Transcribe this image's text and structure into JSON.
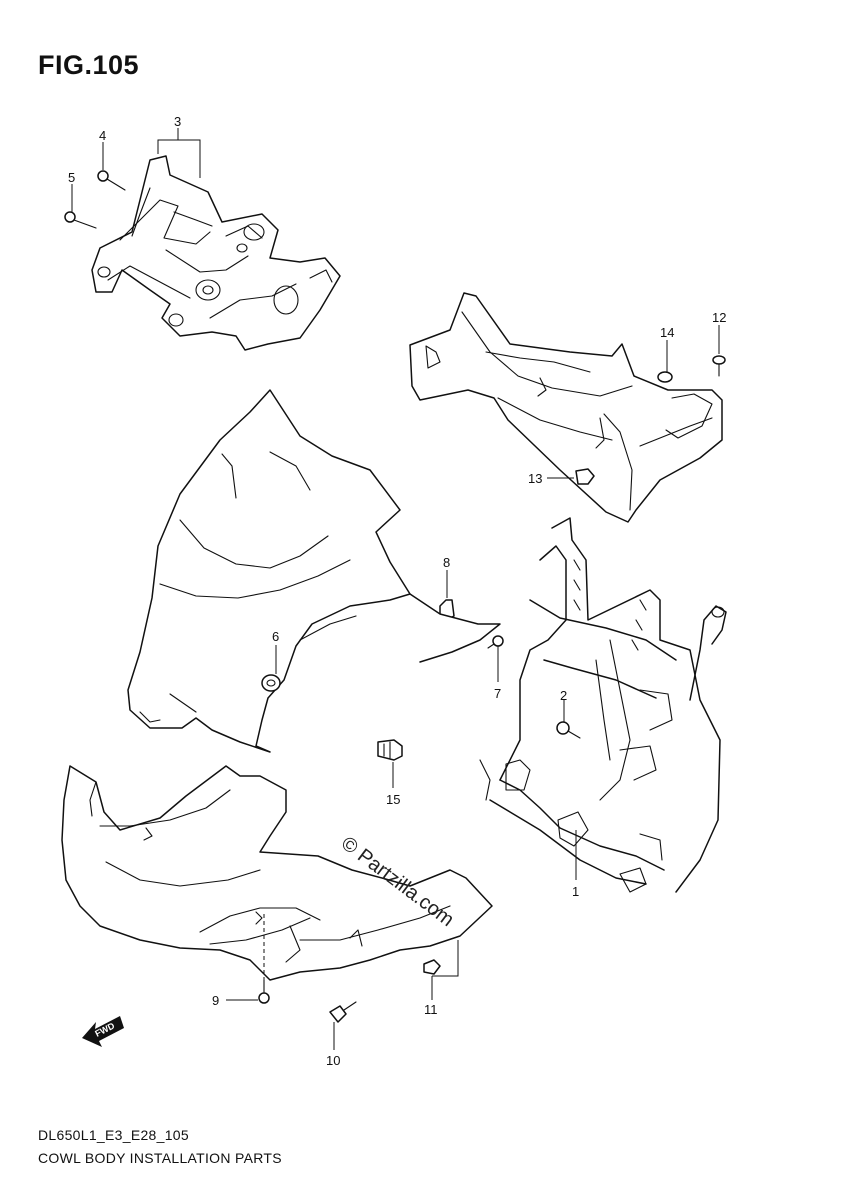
{
  "figure": {
    "title": "FIG.105",
    "model_code": "DL650L1_E3_E28_105",
    "subtitle": "COWL BODY INSTALLATION PARTS"
  },
  "callouts": [
    "1",
    "2",
    "3",
    "4",
    "5",
    "6",
    "7",
    "8",
    "9",
    "10",
    "11",
    "12",
    "13",
    "14",
    "15"
  ],
  "watermark": "© Partzilla.com",
  "fwd_label": "FWD"
}
